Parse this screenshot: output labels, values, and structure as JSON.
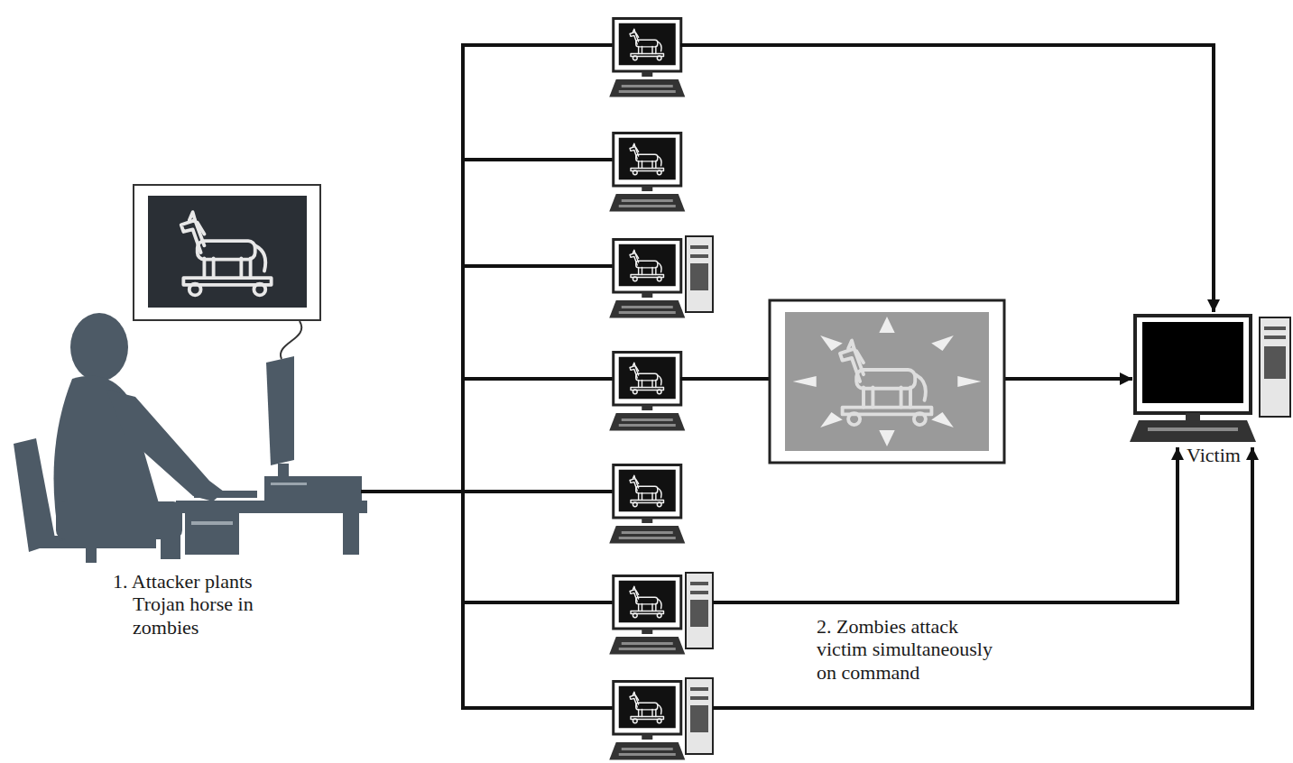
{
  "diagram": {
    "nodes": [
      {
        "text": [
          "1. Attacker plants Trojan horse in zombies"
        ]
      },
      {
        "text": [
          "Victim"
        ]
      }
    ],
    "labels": [
      "2. Zombies attack victim simultaneously on command"
    ]
  }
}
